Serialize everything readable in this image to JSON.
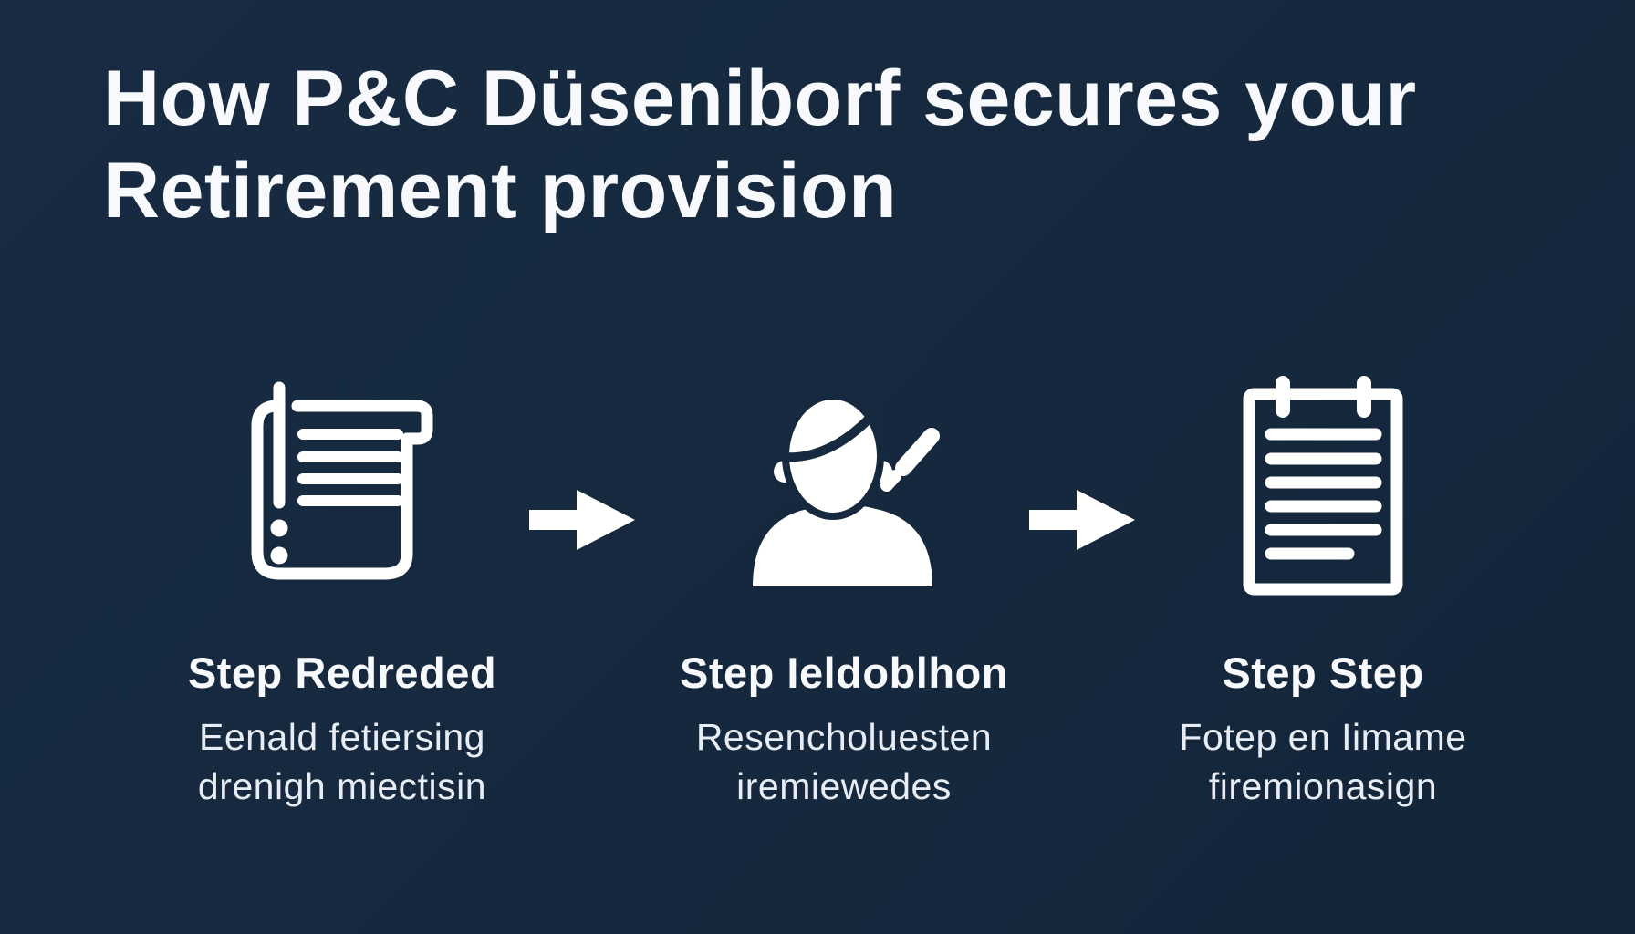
{
  "title": {
    "line1": "How P&C Düseniborf secures your",
    "line2": "Retirement provision"
  },
  "steps": [
    {
      "icon": "document-list-icon",
      "title": "Step Redreded",
      "desc_line1": "Eenald fetiersing",
      "desc_line2": "drenigh miectisin"
    },
    {
      "icon": "person-writing-icon",
      "title": "Step Ieldoblhon",
      "desc_line1": "Resencholuesten",
      "desc_line2": "iremiewedes"
    },
    {
      "icon": "clipboard-notes-icon",
      "title": "Step Step",
      "desc_line1": "Fotep en Iimame",
      "desc_line2": "firemionasign"
    }
  ],
  "arrows": {
    "between_1_2": "right-arrow",
    "between_2_3": "right-arrow"
  },
  "colors": {
    "background": "#16293e",
    "foreground": "#f7f9fc",
    "muted_text": "#e8edf5"
  }
}
